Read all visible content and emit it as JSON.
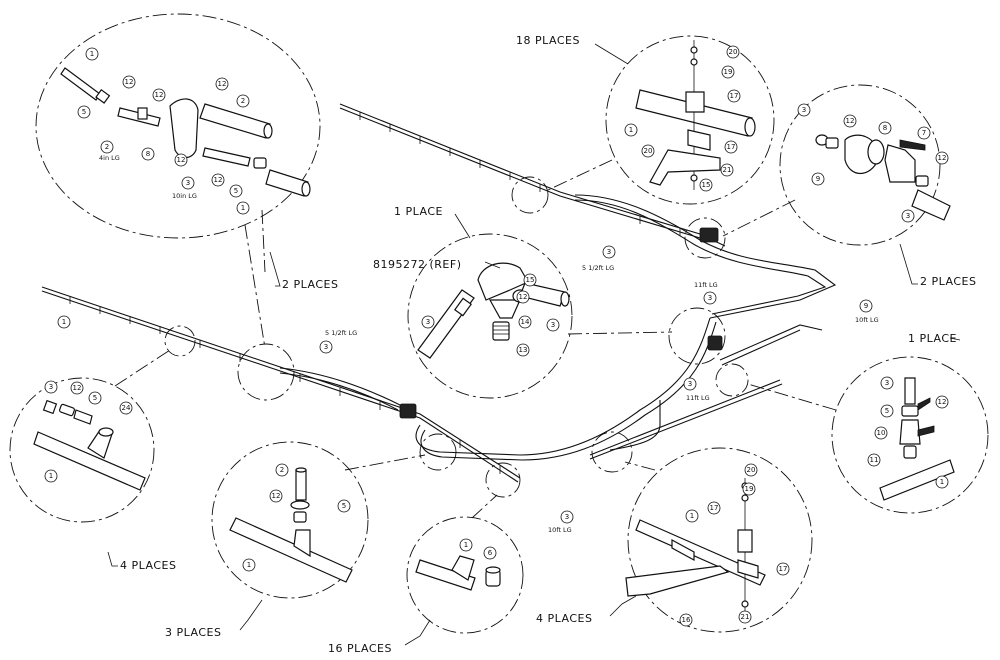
{
  "labels": {
    "places_18": "18 PLACES",
    "places_2_left": "2 PLACES",
    "places_2_right": "2 PLACES",
    "place_1_center": "1 PLACE",
    "place_1_right": "1 PLACE",
    "ref_part": "8195272 (REF)",
    "places_4_left": "4 PLACES",
    "places_3": "3 PLACES",
    "places_16": "16 PLACES",
    "places_4_bottom": "4 PLACES"
  },
  "lengths": {
    "len_4in": "4in LG",
    "len_10in": "10in LG",
    "len_5half_top": "5 1/2ft LG",
    "len_5half_mid": "5 1/2ft LG",
    "len_11_top": "11ft LG",
    "len_11_mid": "11ft LG",
    "len_10_right": "10ft LG",
    "len_10_bottom": "10ft LG"
  },
  "balloons": {
    "tl_1a": "1",
    "tl_12a": "12",
    "tl_5a": "5",
    "tl_12b": "12",
    "tl_2a": "2",
    "tl_12c": "12",
    "tl_2b": "2",
    "tl_8": "8",
    "tl_12d": "12",
    "tl_3": "3",
    "tl_12e": "12",
    "tl_5b": "5",
    "tl_1b": "1",
    "tr_20": "20",
    "tr_19": "19",
    "tr_17a": "17",
    "tr_1": "1",
    "tr_17b": "17",
    "tr_20b": "20",
    "tr_15": "15",
    "tr_21": "21",
    "rr_3a": "3",
    "rr_12a": "12",
    "rr_9": "9",
    "rr_8": "8",
    "rr_7": "7",
    "rr_12b": "12",
    "rr_3b": "3",
    "c_15": "15",
    "c_12": "12",
    "c_14": "14",
    "c_13": "13",
    "c_3a": "3",
    "c_3b": "3",
    "r_3": "3",
    "r_5": "5",
    "r_12": "12",
    "r_10": "10",
    "r_11": "11",
    "r_1": "1",
    "l_3": "3",
    "l_12": "12",
    "l_5": "5",
    "l_24": "24",
    "l_1": "1",
    "b3_2": "2",
    "b3_12": "12",
    "b3_5": "5",
    "b3_1": "1",
    "b16_1": "1",
    "b16_6": "6",
    "b4_20": "20",
    "b4_19": "19",
    "b4_1": "1",
    "b4_17a": "17",
    "b4_17b": "17",
    "b4_16": "16",
    "b4_21": "21",
    "m_1a": "1",
    "m_3a": "3",
    "m_3b": "3",
    "m_3c": "3",
    "m_3d": "3",
    "m_3e": "3",
    "m_9": "9"
  }
}
